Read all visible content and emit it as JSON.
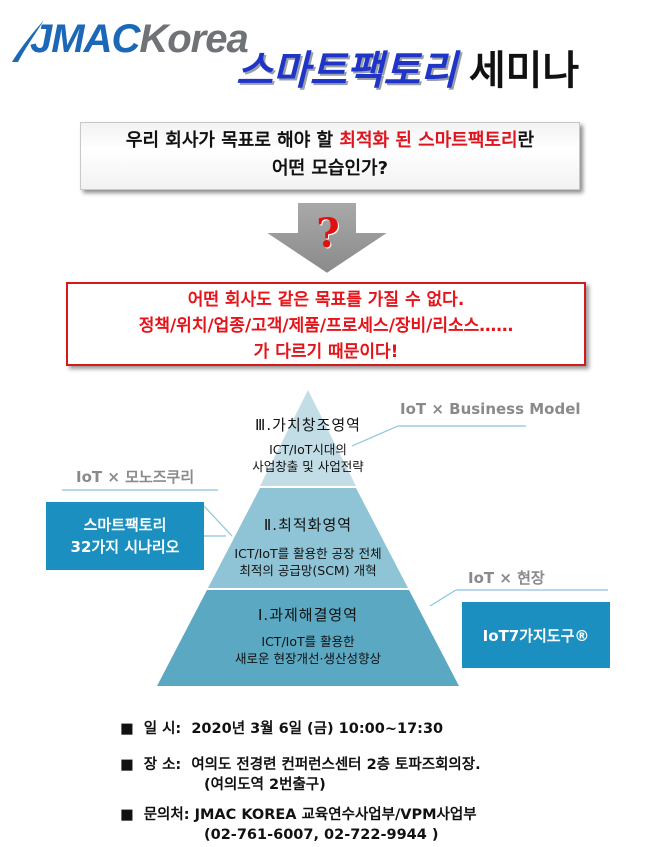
{
  "logo": {
    "brand_part1": "JMAC",
    "brand_part2": "Korea",
    "colors": {
      "brand_blue": "#1b67b8",
      "brand_grey": "#6f7277"
    }
  },
  "title": {
    "part1": "스마트팩토리",
    "part2": "세미나"
  },
  "question": {
    "line1_prefix": "우리 회사가 목표로 해야 할 ",
    "line1_highlight": "최적화 된 스마트팩토리",
    "line1_suffix": "란",
    "line2": "어떤 모습인가?"
  },
  "arrow_mark": "?",
  "warning": {
    "line1": "어떤 회사도 같은 목표를 가질 수 없다.",
    "line2": "정책/위치/업종/고객/제품/프로세스/장비/리소스……",
    "line3": "가 다르기 때문이다!",
    "color": "#e4141a"
  },
  "pyramid": {
    "levels": [
      {
        "title": "Ⅲ.가치창조영역",
        "desc1": "ICT/IoT시대의",
        "desc2": "사업창출 및 사업전략"
      },
      {
        "title": "Ⅱ.최적화영역",
        "desc1": "ICT/IoT를 활용한 공장 전체",
        "desc2": "최적의 공급망(SCM) 개혁"
      },
      {
        "title": "Ⅰ.과제해결영역",
        "desc1": "ICT/IoT를 활용한",
        "desc2": "새로운 현장개선·생산성향상"
      }
    ],
    "colors": {
      "top": "#c3dde7",
      "middle": "#8ec4d6",
      "bottom": "#5aa8c2"
    }
  },
  "callouts": {
    "business": "IoT × Business Model",
    "monozukuri": "IoT × 모노즈쿠리",
    "genba": "IoT × 현장",
    "scenario_line1": "스마트팩토리",
    "scenario_line2": "32가지 시나리오",
    "tools": "IoT7가지도구®",
    "box_color": "#1b8fbf"
  },
  "info": {
    "bullet": "■",
    "date_label": "일  시:",
    "date_value": "2020년 3월 6일 (금)  10:00~17:30",
    "place_label": "장  소:",
    "place_value": "여의도 전경련 컨퍼런스센터 2층 토파즈회의장.",
    "place_sub": "(여의도역 2번출구)",
    "contact_label": "문의처:",
    "contact_value": "JMAC KOREA 교육연수사업부/VPM사업부",
    "contact_sub": "(02-761-6007, 02-722-9944 )"
  }
}
